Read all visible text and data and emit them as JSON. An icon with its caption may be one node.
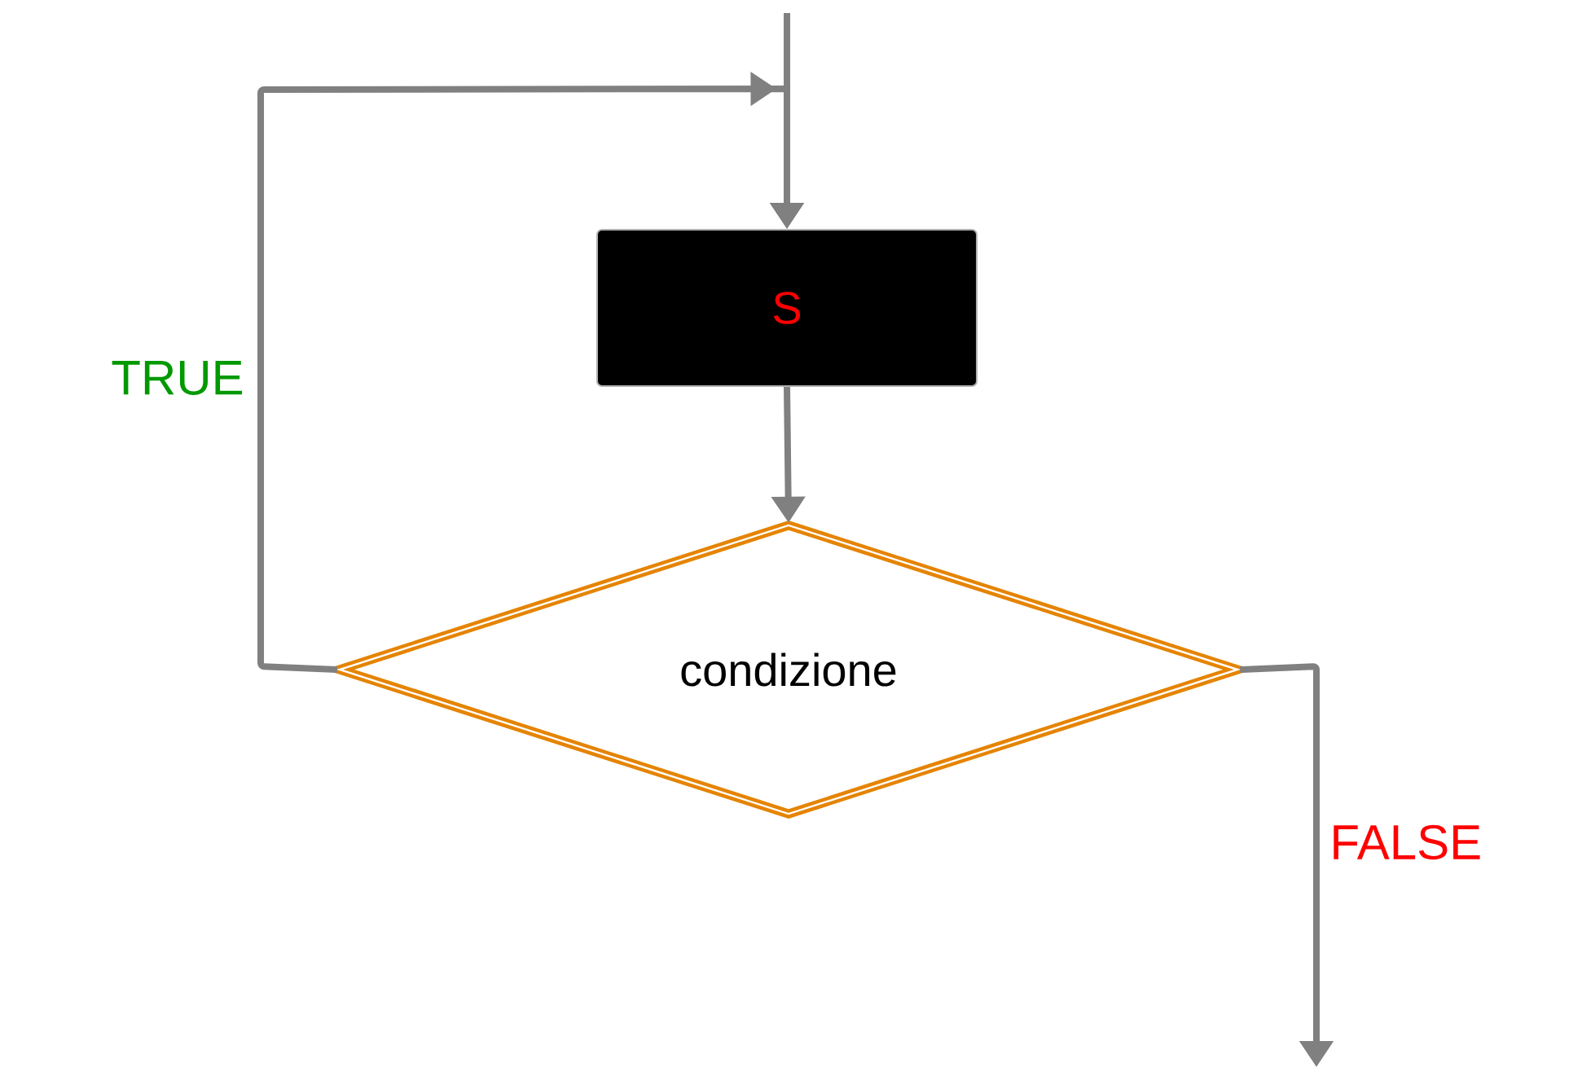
{
  "diagram": {
    "nodes": [
      {
        "text": [
          "S"
        ]
      },
      {
        "text": [
          "condizione"
        ]
      }
    ],
    "edges": [
      {
        "from": null,
        "to": 0,
        "arrow": "to"
      },
      {
        "from": 0,
        "to": 1,
        "arrow": "to"
      },
      {
        "from": 1,
        "to": 0,
        "arrow": "to",
        "label": "TRUE"
      },
      {
        "from": 1,
        "to": null,
        "arrow": "to",
        "label": "FALSE"
      }
    ]
  }
}
